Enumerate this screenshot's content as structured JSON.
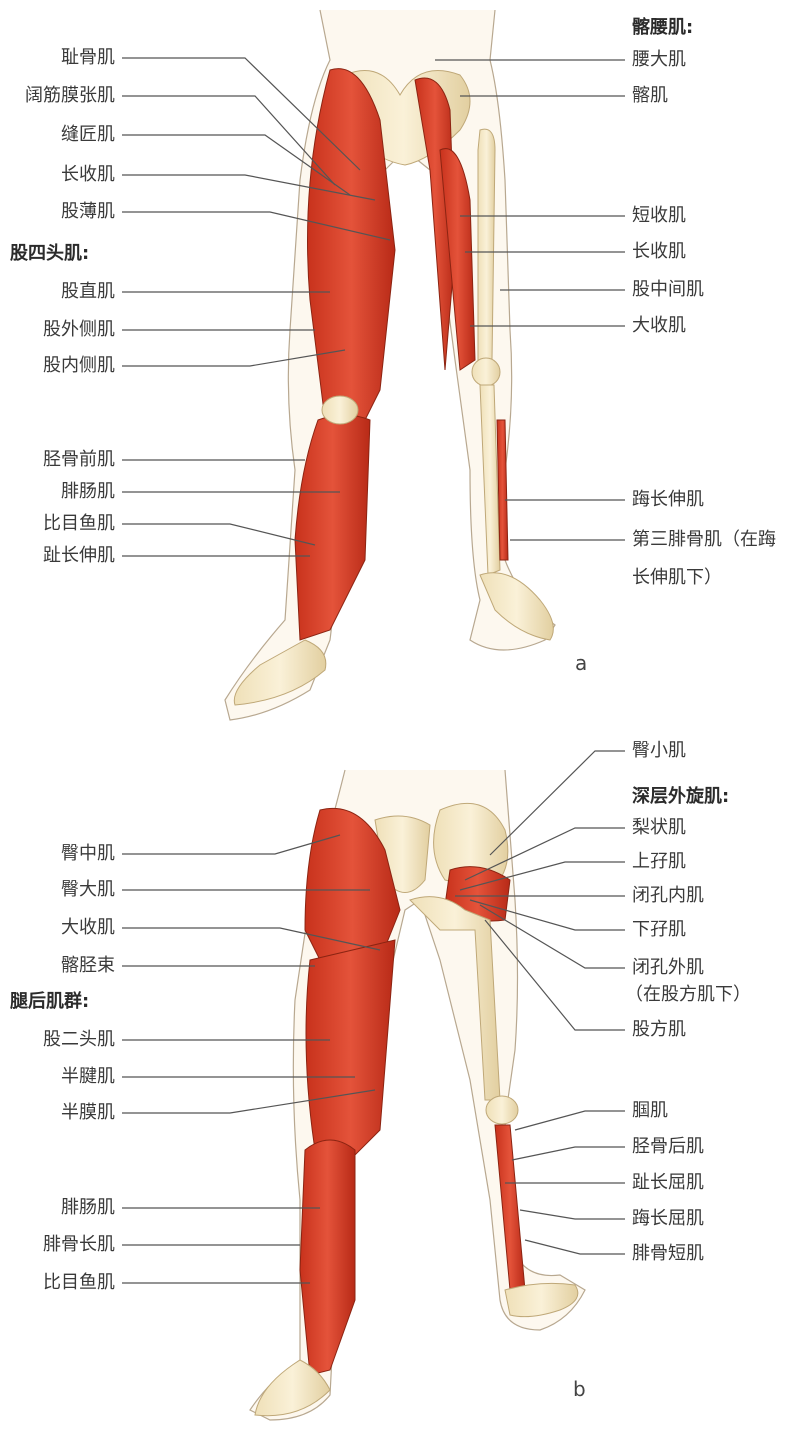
{
  "panel_a": {
    "letter": "a",
    "left_labels": [
      "耻骨肌",
      "阔筋膜张肌",
      "缝匠肌",
      "长收肌",
      "股薄肌"
    ],
    "left_group_heading": "股四头肌:",
    "left_group_labels": [
      "股直肌",
      "股外侧肌",
      "股内侧肌"
    ],
    "left_lower_labels": [
      "胫骨前肌",
      "腓肠肌",
      "比目鱼肌",
      "趾长伸肌"
    ],
    "right_group_heading": "髂腰肌:",
    "right_group_labels": [
      "腰大肌",
      "髂肌"
    ],
    "right_labels": [
      "短收肌",
      "长收肌",
      "股中间肌",
      "大收肌"
    ],
    "right_lower_labels": [
      "踇长伸肌",
      "第三腓骨肌（在踇",
      "长伸肌下）"
    ]
  },
  "panel_b": {
    "letter": "b",
    "right_top_label": "臀小肌",
    "right_group_heading": "深层外旋肌:",
    "right_group_labels": [
      "梨状肌",
      "上孖肌",
      "闭孔内肌",
      "下孖肌",
      "闭孔外肌",
      "（在股方肌下）",
      "股方肌"
    ],
    "left_labels": [
      "臀中肌",
      "臀大肌",
      "大收肌",
      "髂胫束"
    ],
    "left_group_heading": "腿后肌群:",
    "left_group_labels": [
      "股二头肌",
      "半腱肌",
      "半膜肌"
    ],
    "left_lower_labels": [
      "腓肠肌",
      "腓骨长肌",
      "比目鱼肌"
    ],
    "right_lower_labels": [
      "腘肌",
      "胫骨后肌",
      "趾长屈肌",
      "踇长屈肌",
      "腓骨短肌"
    ]
  }
}
